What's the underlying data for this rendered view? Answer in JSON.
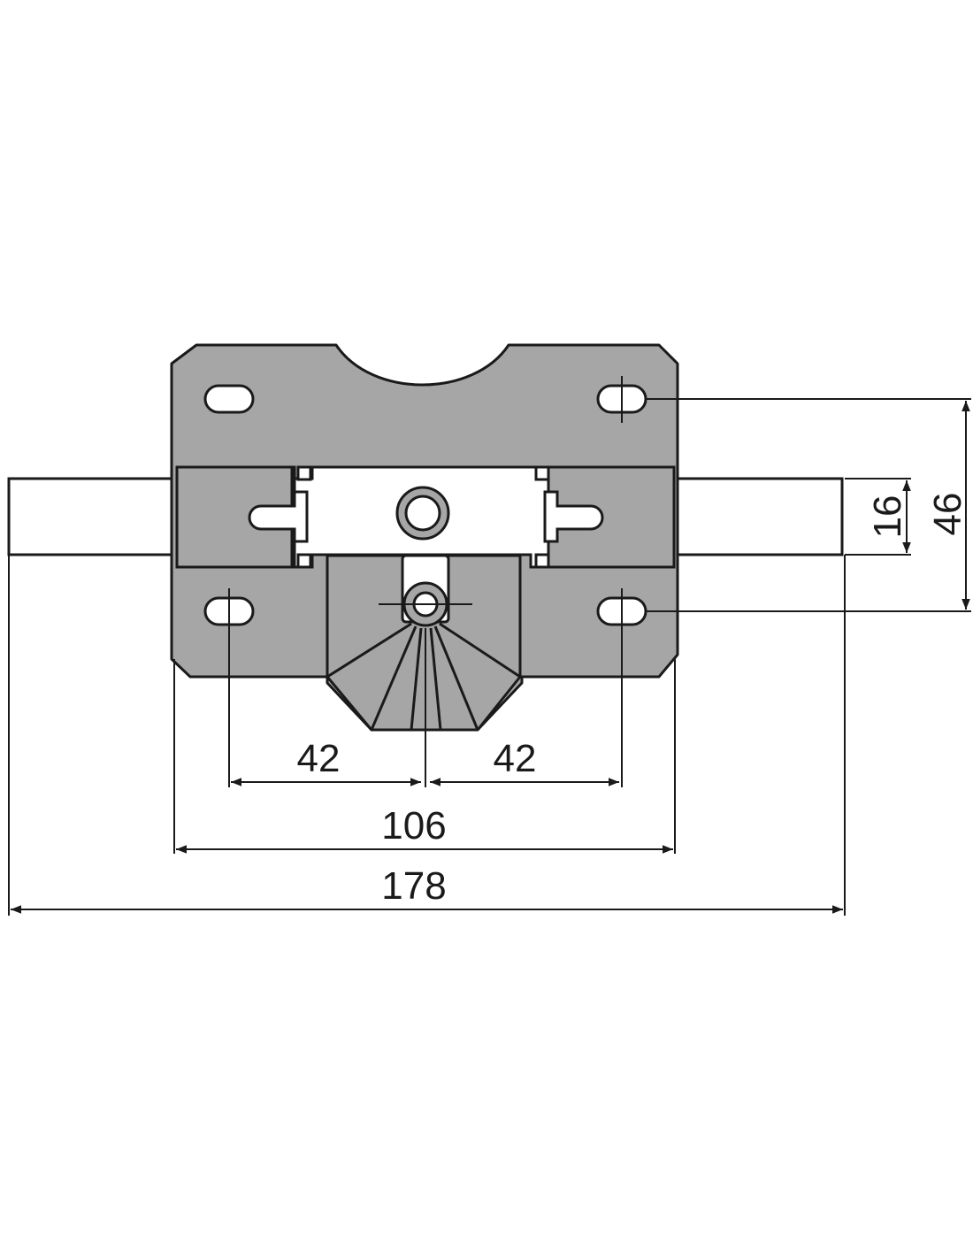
{
  "dimensions": {
    "left_hole_spacing": "42",
    "right_hole_spacing": "42",
    "case_width": "106",
    "overall_width": "178",
    "bolt_height": "16",
    "hole_vertical_spacing": "46"
  }
}
